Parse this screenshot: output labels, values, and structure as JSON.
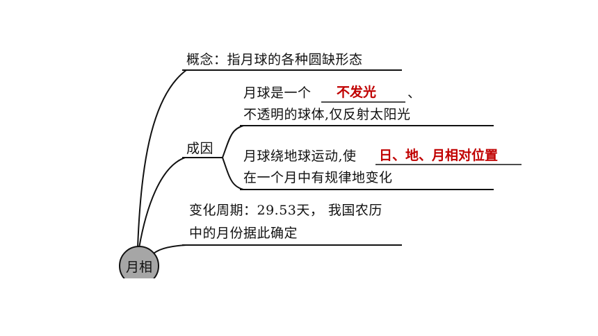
{
  "root": {
    "label": "月相"
  },
  "concept": {
    "text": "概念：指月球的各种圆缺形态"
  },
  "cause": {
    "label": "成因",
    "item1": {
      "prefix": "月球是一个",
      "answer": "不发光",
      "suffix": "、",
      "line2": "不透明的球体,仅反射太阳光"
    },
    "item2": {
      "prefix": "月球绕地球运动,使",
      "answer": "日、地、月相对位置",
      "line2": "在一个月中有规律地变化"
    }
  },
  "period": {
    "line1": "变化周期：29.53天， 我国农历",
    "line2": "中的月份据此确定"
  },
  "colors": {
    "answer": "#c00000",
    "root_fill": "#a6a6a6",
    "line": "#111111"
  }
}
